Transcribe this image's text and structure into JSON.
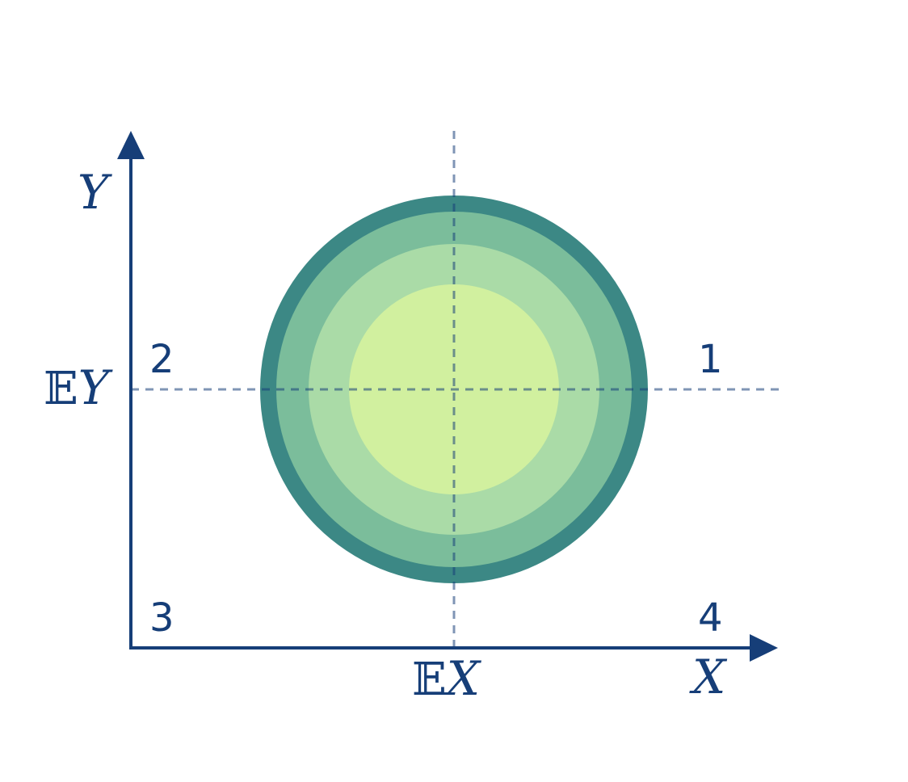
{
  "axes": {
    "x_label": "X",
    "y_label": "Y",
    "mean_x_label_bb": "𝔼",
    "mean_x_label_var": "X",
    "mean_y_label_bb": "𝔼",
    "mean_y_label_var": "Y"
  },
  "quadrants": {
    "q1": "1",
    "q2": "2",
    "q3": "3",
    "q4": "4"
  },
  "colors": {
    "axis": "#163e78",
    "ring_outer": "#3c8885",
    "ring_2": "#7bbd9b",
    "ring_3": "#aadba7",
    "ring_inner": "#d1f09f"
  }
}
